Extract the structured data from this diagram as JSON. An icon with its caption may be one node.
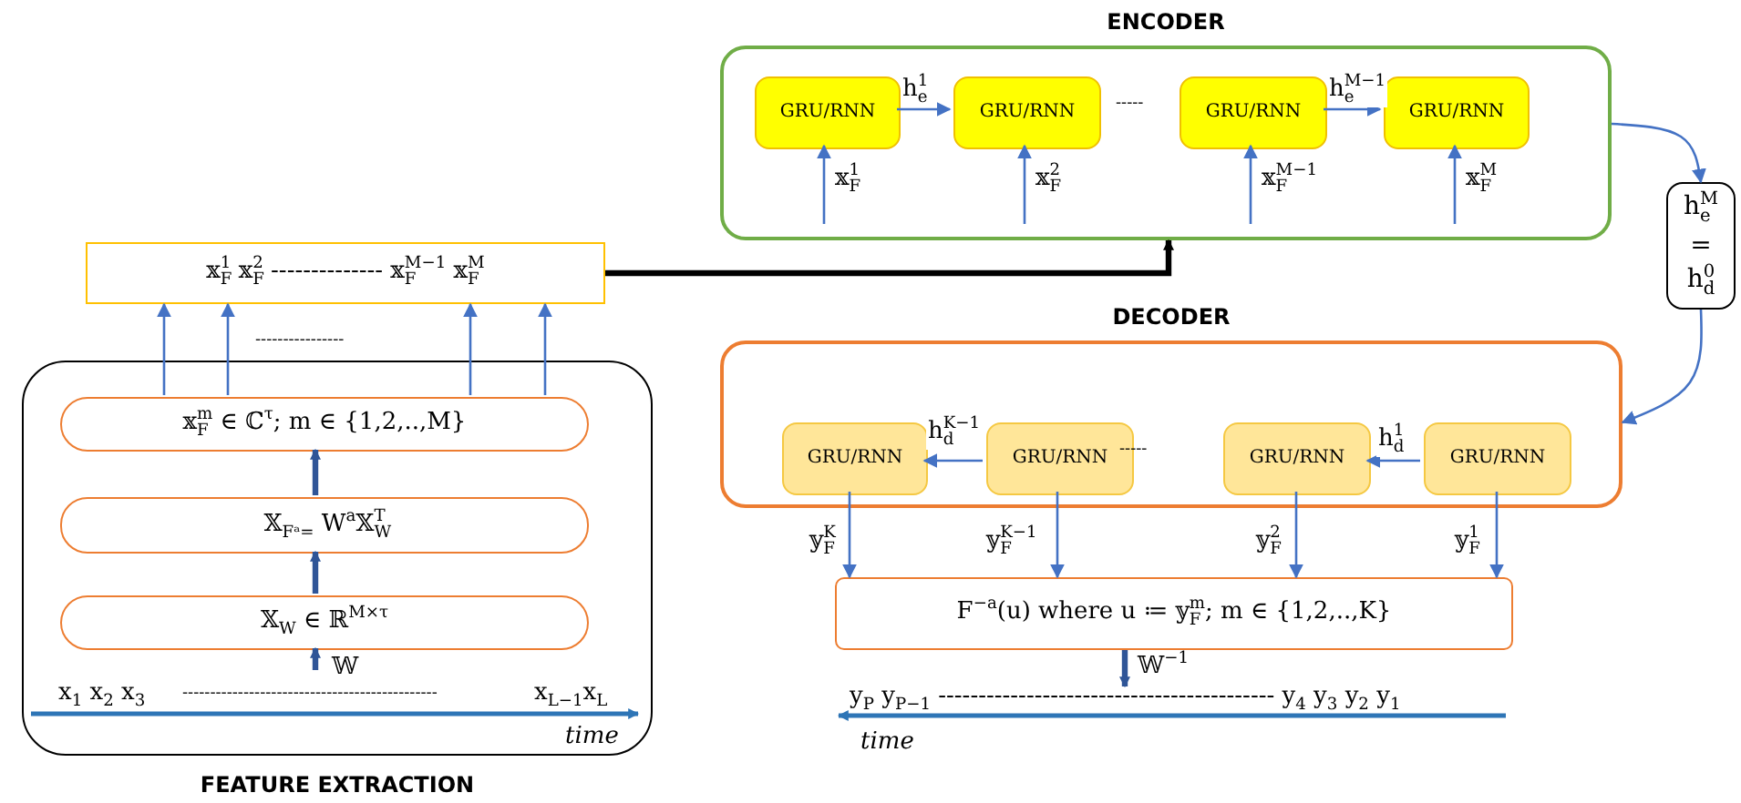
{
  "diagram": {
    "nodes": [
      {
        "text": [
          "FEATURE EXTRACTION"
        ]
      },
      {
        "text": [
          "𝕩$_{F}$$^{m}$ ∈ ℂ$^{τ}$; m ∈ {1,2,..,M}"
        ],
        "in": 0
      },
      {
        "text": [
          "𝕏$_{Fᵃ=}$ W$^{a}$𝕏$_{W}$$^{T}$"
        ],
        "in": 0
      },
      {
        "text": [
          "𝕏$_{W}$ ∈ ℝ$^{M×τ}$"
        ],
        "in": 0
      },
      {
        "text": [
          "𝕩$_{F}$$^{1}$   𝕩$_{F}$$^{2}$ -------------- 𝕩$_{F}$$^{M−1}$ 𝕩$_{F}$$^{M}$"
        ]
      },
      {
        "text": [
          "ENCODER"
        ]
      },
      {
        "text": [
          "GRU/RNN"
        ],
        "in": 5
      },
      {
        "text": [
          "GRU/RNN"
        ],
        "in": 5
      },
      {
        "text": [
          "GRU/RNN"
        ],
        "in": 5
      },
      {
        "text": [
          "GRU/RNN"
        ],
        "in": 5
      },
      {
        "text": [
          "h$_{e}$$^{M}$ = h$_{d}$$^{0}$"
        ]
      },
      {
        "text": [
          "DECODER"
        ]
      },
      {
        "text": [
          "GRU/RNN"
        ],
        "in": 11
      },
      {
        "text": [
          "GRU/RNN"
        ],
        "in": 11
      },
      {
        "text": [
          "GRU/RNN"
        ],
        "in": 11
      },
      {
        "text": [
          "GRU/RNN"
        ],
        "in": 11
      },
      {
        "text": [
          "F$^{−a}$(u)  where  u ≔ 𝕪$_{F}$$^{m}$; m ∈ {1,2,..,K}"
        ]
      },
      {
        "text": [
          "y$_{P}$ y$_{P−1}$ ------------------------------------------ y$_{4}$ y$_{3}$ y$_{2}$ y$_{1}$"
        ]
      }
    ],
    "edges": [
      {
        "from": 1,
        "to": 4,
        "arrow": "to"
      },
      {
        "from": 1,
        "to": 4,
        "arrow": "to"
      },
      {
        "from": 1,
        "to": 4,
        "arrow": "to"
      },
      {
        "from": 1,
        "to": 4,
        "arrow": "to"
      },
      {
        "from": 3,
        "to": 2,
        "arrow": "to",
        "style": "thick",
        "color": "#2f5597"
      },
      {
        "from": 2,
        "to": 1,
        "arrow": "to",
        "style": "thick",
        "color": "#2f5597"
      },
      {
        "from": null,
        "to": 3,
        "arrow": "to",
        "label": "𝕎",
        "style": "thick",
        "color": "#2f5597"
      },
      {
        "from": 4,
        "to": 5,
        "arrow": "to",
        "style": "thick",
        "color": "#000000"
      },
      {
        "from": 6,
        "to": 7,
        "arrow": "to",
        "label": "h$_{e}$$^{1}$"
      },
      {
        "from": 8,
        "to": 9,
        "arrow": "to",
        "label": "h$_{e}$$^{M−1}$"
      },
      {
        "from": null,
        "to": 6,
        "arrow": "to",
        "label": "𝕩$_{F}$$^{1}$"
      },
      {
        "from": null,
        "to": 7,
        "arrow": "to",
        "label": "𝕩$_{F}$$^{2}$"
      },
      {
        "from": null,
        "to": 8,
        "arrow": "to",
        "label": "𝕩$_{F}$$^{M−1}$"
      },
      {
        "from": null,
        "to": 9,
        "arrow": "to",
        "label": "𝕩$_{F}$$^{M}$"
      },
      {
        "from": 5,
        "to": 10,
        "arrow": "to"
      },
      {
        "from": 10,
        "to": 11,
        "arrow": "to"
      },
      {
        "from": 13,
        "to": 12,
        "arrow": "to",
        "label": "h$_{d}$$^{K−1}$"
      },
      {
        "from": 15,
        "to": 14,
        "arrow": "to",
        "label": "h$_{d}$$^{1}$"
      },
      {
        "from": 12,
        "to": 16,
        "arrow": "to",
        "label": "𝕪$_{F}$$^{K}$"
      },
      {
        "from": 13,
        "to": 16,
        "arrow": "to",
        "label": "𝕪$_{F}$$^{K−1}$"
      },
      {
        "from": 14,
        "to": 16,
        "arrow": "to",
        "label": "𝕪$_{F}$$^{2}$"
      },
      {
        "from": 15,
        "to": 16,
        "arrow": "to",
        "label": "𝕪$_{F}$$^{1}$"
      },
      {
        "from": 16,
        "to": 17,
        "arrow": "to",
        "label": "𝕎$^{−1}$",
        "style": "thick",
        "color": "#2f5597"
      }
    ],
    "labels": [
      "x$_{1}$ x$_{2}$ x$_{3}$",
      "----------------------------------------------",
      "x$_{L−1}$x$_{L}$",
      "time",
      "----------------",
      "-----",
      "-----",
      "time"
    ]
  }
}
